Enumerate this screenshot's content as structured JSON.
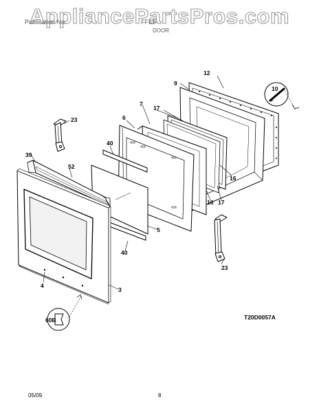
{
  "watermark": "AppliancePartsPros.com",
  "header": {
    "publication_no": "Publication No.",
    "model_partial": "FFEF",
    "section_title": "DOOR"
  },
  "drawing_code": "T20D0057A",
  "footer": {
    "date": "05/09",
    "page": "8"
  },
  "callouts": [
    "12",
    "9",
    "10",
    "7",
    "17",
    "6",
    "23",
    "40",
    "39",
    "52",
    "16",
    "16",
    "17",
    "5",
    "40",
    "23",
    "4",
    "3",
    "60B"
  ]
}
